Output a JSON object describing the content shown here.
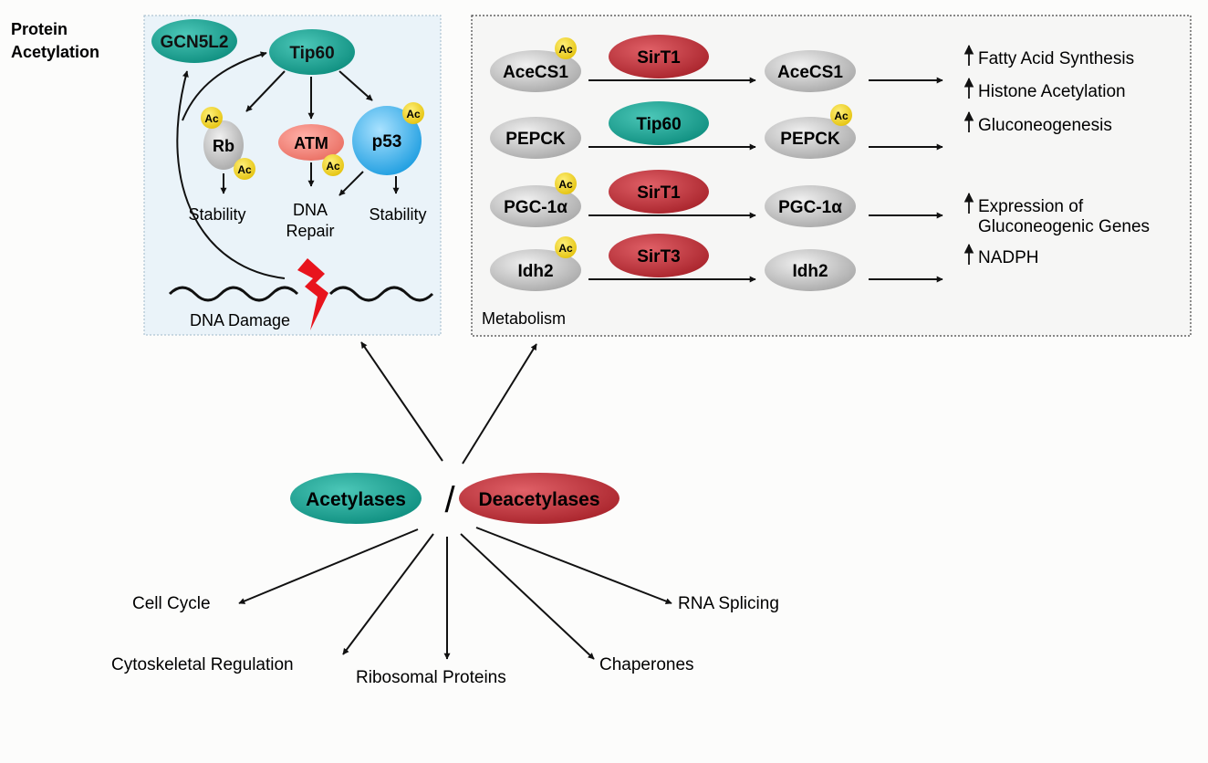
{
  "heading": {
    "line1": "Protein",
    "line2": "Acetylation"
  },
  "dna_panel": {
    "gcn5l2": "GCN5L2",
    "tip60": "Tip60",
    "rb": "Rb",
    "atm": "ATM",
    "p53": "p53",
    "ac": "Ac",
    "stability_left": "Stability",
    "dna_repair_1": "DNA",
    "dna_repair_2": "Repair",
    "stability_right": "Stability",
    "dna_damage": "DNA Damage"
  },
  "metabolism_panel": {
    "title": "Metabolism",
    "ac": "Ac",
    "rows": [
      {
        "substrate": "AceCS1",
        "enzyme": "SirT1",
        "enzyme_type": "deacetylase",
        "product": "AceCS1",
        "outcomes": [
          "Fatty Acid Synthesis",
          "Histone Acetylation"
        ]
      },
      {
        "substrate": "PEPCK",
        "enzyme": "Tip60",
        "enzyme_type": "acetylase",
        "product": "PEPCK",
        "outcomes": [
          "Gluconeogenesis"
        ]
      },
      {
        "substrate": "PGC-1α",
        "enzyme": "SirT1",
        "enzyme_type": "deacetylase",
        "product": "PGC-1α",
        "outcomes": [
          "Expression of",
          "Gluconeogenic Genes"
        ]
      },
      {
        "substrate": "Idh2",
        "enzyme": "SirT3",
        "enzyme_type": "deacetylase",
        "product": "Idh2",
        "outcomes": [
          "NADPH"
        ]
      }
    ]
  },
  "center": {
    "acetylases": "Acetylases",
    "separator": "/",
    "deacetylases": "Deacetylases"
  },
  "processes": {
    "cell_cycle": "Cell Cycle",
    "cytoskeletal": "Cytoskeletal Regulation",
    "ribosomal": "Ribosomal Proteins",
    "chaperones": "Chaperones",
    "rna_splicing": "RNA Splicing"
  },
  "colors": {
    "acetylase": "#1aa393",
    "deacetylase": "#c0353c",
    "ac_badge": "#f3d21b",
    "atm": "#f0857a",
    "p53": "#2aa9e8",
    "substrate_gray": "#bdbdbd",
    "panel_bg": "#eaf3f9"
  }
}
